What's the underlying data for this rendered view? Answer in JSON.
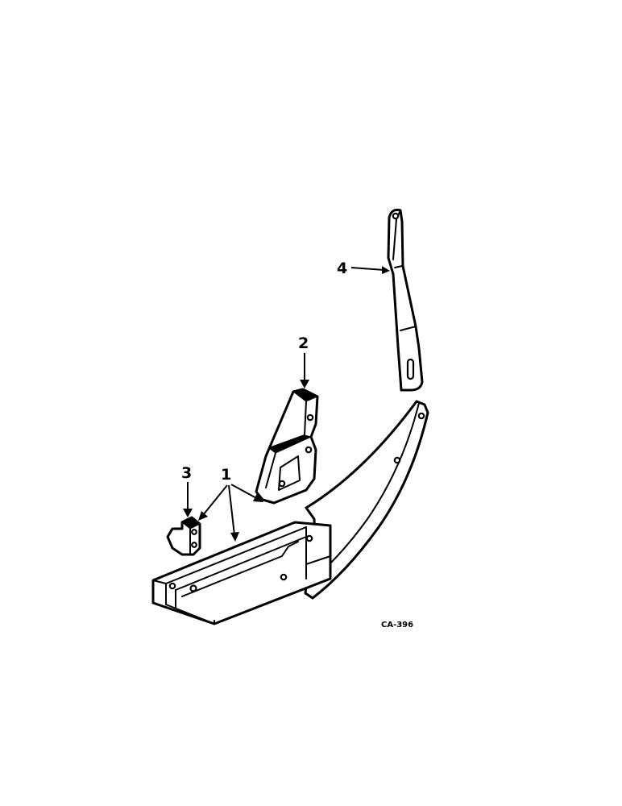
{
  "callouts": [
    {
      "id": "1",
      "label": "1"
    },
    {
      "id": "2",
      "label": "2"
    },
    {
      "id": "3",
      "label": "3"
    },
    {
      "id": "4",
      "label": "4"
    }
  ],
  "figure_code": "CA-396",
  "colors": {
    "ink": "#000000",
    "paper": "#ffffff"
  }
}
